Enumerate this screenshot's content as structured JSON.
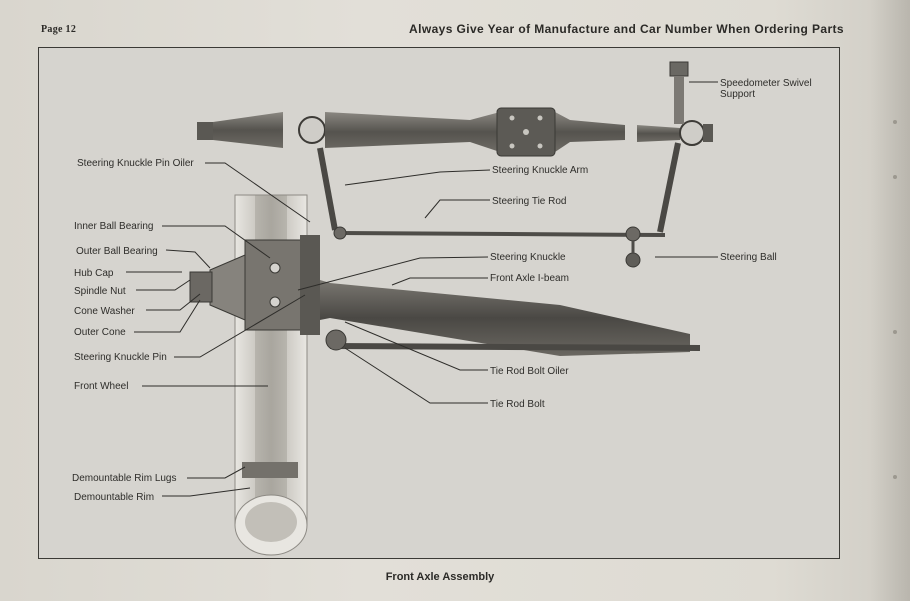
{
  "header": {
    "page_number": "Page 12",
    "notice": "Always Give Year of Manufacture and Car Number When Ordering Parts"
  },
  "figure": {
    "caption": "Front Axle Assembly",
    "labels": {
      "speedometer_swivel_support": [
        "Speedometer Swivel",
        "Support"
      ],
      "steering_knuckle_pin_oiler": "Steering Knuckle Pin Oiler",
      "steering_knuckle_arm": "Steering Knuckle Arm",
      "steering_tie_rod": "Steering Tie Rod",
      "inner_ball_bearing": "Inner Ball Bearing",
      "outer_ball_bearing": "Outer Ball Bearing",
      "hub_cap": "Hub Cap",
      "spindle_nut": "Spindle Nut",
      "cone_washer": "Cone Washer",
      "outer_cone": "Outer Cone",
      "steering_knuckle_pin": "Steering Knuckle Pin",
      "front_wheel": "Front Wheel",
      "demountable_rim_lugs": "Demountable Rim Lugs",
      "demountable_rim": "Demountable Rim",
      "steering_knuckle": "Steering Knuckle",
      "front_axle_i_beam": "Front Axle I-beam",
      "steering_ball": "Steering Ball",
      "tie_rod_bolt_oiler": "Tie Rod Bolt Oiler",
      "tie_rod_bolt": "Tie Rod Bolt"
    }
  }
}
